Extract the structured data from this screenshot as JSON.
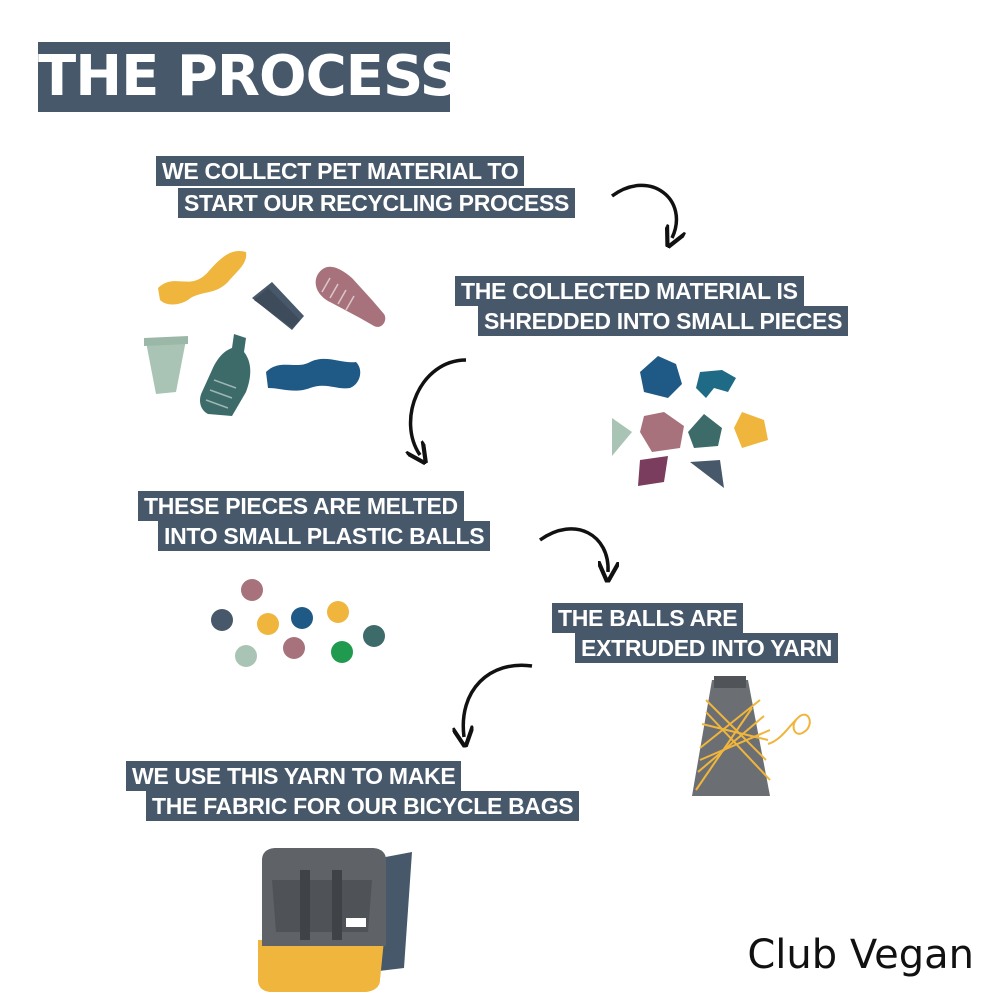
{
  "title": "THE PROCESS",
  "steps": [
    {
      "line1": "WE COLLECT PET MATERIAL TO",
      "line2": "START OUR RECYCLING PROCESS"
    },
    {
      "line1": "THE COLLECTED MATERIAL IS",
      "line2": "SHREDDED INTO SMALL PIECES"
    },
    {
      "line1": "THESE PIECES ARE MELTED",
      "line2": "INTO SMALL PLASTIC BALLS"
    },
    {
      "line1": "THE BALLS ARE",
      "line2": "EXTRUDED INTO YARN"
    },
    {
      "line1": "WE USE THIS YARN TO MAKE",
      "line2": "THE FABRIC FOR OUR BICYCLE BAGS"
    }
  ],
  "brand": "Club Vegan",
  "colors": {
    "label_bg": "#47586a",
    "mustard": "#f0b53c",
    "slate": "#47586a",
    "mauve": "#a8727c",
    "sage": "#a9c4b5",
    "blue": "#1f5a86",
    "teal": "#3d6b6a",
    "plum": "#7a3d5e",
    "green": "#1f9a4e",
    "grey": "#6b6f73"
  },
  "icons": [
    "plastic-waste-icon",
    "shredded-pieces-icon",
    "plastic-pellets-icon",
    "yarn-spool-icon",
    "bicycle-bag-icon",
    "curved-arrow-icon"
  ]
}
